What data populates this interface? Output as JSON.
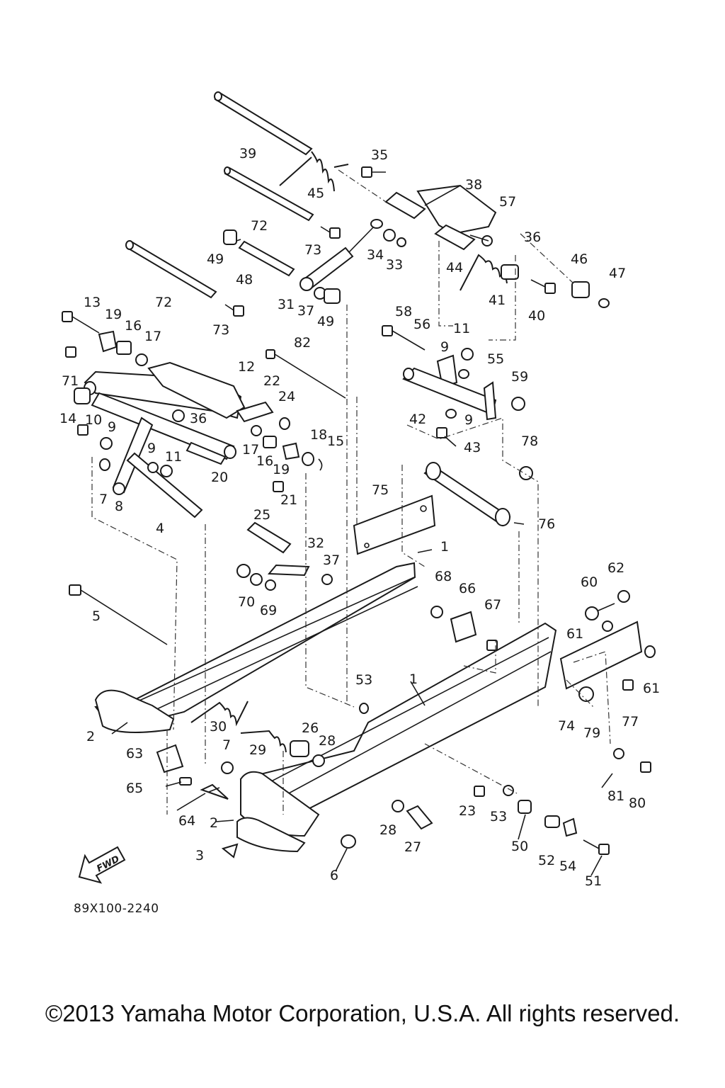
{
  "diagram": {
    "part_code": "89X100-2240",
    "fwd_label": "FWD",
    "copyright": "©2013 Yamaha Motor Corporation, U.S.A. All rights reserved.",
    "callouts": {
      "n1a": "1",
      "n1b": "1",
      "n2a": "2",
      "n2b": "2",
      "n3": "3",
      "n4": "4",
      "n5": "5",
      "n6": "6",
      "n7a": "7",
      "n7b": "7",
      "n8": "8",
      "n9a": "9",
      "n9b": "9",
      "n9c": "9",
      "n9d": "9",
      "n10": "10",
      "n11a": "11",
      "n11b": "11",
      "n12": "12",
      "n13": "13",
      "n14": "14",
      "n15": "15",
      "n16a": "16",
      "n16b": "16",
      "n17a": "17",
      "n17b": "17",
      "n18": "18",
      "n19a": "19",
      "n19b": "19",
      "n20": "20",
      "n21": "21",
      "n22": "22",
      "n23": "23",
      "n24": "24",
      "n25": "25",
      "n26": "26",
      "n27": "27",
      "n28a": "28",
      "n28b": "28",
      "n29": "29",
      "n30": "30",
      "n31": "31",
      "n32": "32",
      "n33": "33",
      "n34": "34",
      "n35": "35",
      "n36a": "36",
      "n36b": "36",
      "n37a": "37",
      "n37b": "37",
      "n38": "38",
      "n39": "39",
      "n40": "40",
      "n41": "41",
      "n42": "42",
      "n43": "43",
      "n44": "44",
      "n45": "45",
      "n46": "46",
      "n47": "47",
      "n48": "48",
      "n49a": "49",
      "n49b": "49",
      "n50": "50",
      "n51": "51",
      "n52": "52",
      "n53a": "53",
      "n53b": "53",
      "n54": "54",
      "n55": "55",
      "n56": "56",
      "n57": "57",
      "n58": "58",
      "n59": "59",
      "n60": "60",
      "n61a": "61",
      "n61b": "61",
      "n62": "62",
      "n63": "63",
      "n64": "64",
      "n65": "65",
      "n66": "66",
      "n67": "67",
      "n68": "68",
      "n69": "69",
      "n70": "70",
      "n71": "71",
      "n72a": "72",
      "n72b": "72",
      "n73a": "73",
      "n73b": "73",
      "n74": "74",
      "n75": "75",
      "n76": "76",
      "n77": "77",
      "n78": "78",
      "n79": "79",
      "n80": "80",
      "n81": "81",
      "n82": "82"
    }
  }
}
